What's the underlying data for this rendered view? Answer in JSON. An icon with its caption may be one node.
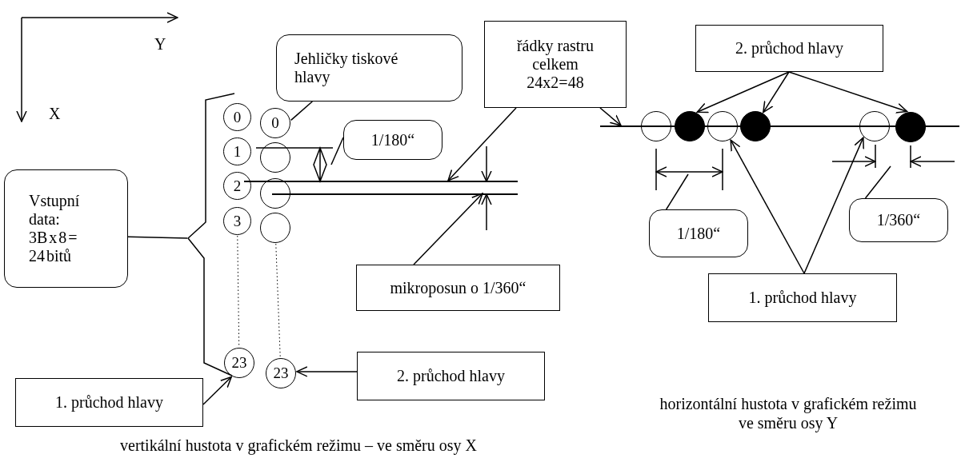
{
  "diagram": {
    "nodes": [
      {
        "text": [
          "Jehličky tiskové hlavy"
        ]
      },
      {
        "text": [
          "řádky rastru celkem 24x2=48"
        ]
      },
      {
        "text": [
          "2. průchod hlavy"
        ]
      },
      {
        "text": [
          "0"
        ]
      },
      {
        "text": [
          "0"
        ]
      },
      {
        "text": [
          "1/180“"
        ]
      },
      {
        "text": [
          "1"
        ]
      },
      {
        "text": [],
        "shape": "circle"
      },
      {
        "text": [
          "2"
        ]
      },
      {
        "text": [],
        "shape": "circle"
      },
      {
        "text": [
          "Vstupní data: 3B x 8 = 24 bitů"
        ]
      },
      {
        "text": [
          "3"
        ]
      },
      {
        "text": [],
        "shape": "circle"
      },
      {
        "text": [
          "mikroposun o 1/360“"
        ]
      },
      {
        "text": [
          "23"
        ]
      },
      {
        "text": [
          "23"
        ]
      },
      {
        "text": [
          "2. průchod hlavy"
        ]
      },
      {
        "text": [
          "1. průchod hlavy"
        ]
      },
      {
        "text": [],
        "shape": "circle"
      },
      {
        "text": [],
        "shape": "circle"
      },
      {
        "text": [],
        "shape": "circle"
      },
      {
        "text": [],
        "shape": "circle"
      },
      {
        "text": [],
        "shape": "circle"
      },
      {
        "text": [],
        "shape": "circle"
      },
      {
        "text": [
          "1/180“"
        ]
      },
      {
        "text": [
          "1/360“"
        ]
      },
      {
        "text": [
          "1. průchod hlavy"
        ]
      },
      {
        "text": [],
        "shape": "bar"
      },
      {
        "text": [],
        "shape": "bar"
      },
      {
        "text": [],
        "shape": "bar"
      },
      {
        "text": [],
        "shape": "brace"
      }
    ],
    "edges": [
      {
        "from": 0,
        "to": 4,
        "arrow": "none"
      },
      {
        "from": 5,
        "to": null,
        "arrow": "none"
      },
      {
        "from": 1,
        "to": 27,
        "arrow": "to"
      },
      {
        "from": 1,
        "to": 29,
        "arrow": "to"
      },
      {
        "from": 13,
        "to": 28,
        "arrow": "to"
      },
      {
        "from": 10,
        "to": 30,
        "arrow": "none"
      },
      {
        "from": 17,
        "to": 14,
        "arrow": "to"
      },
      {
        "from": 16,
        "to": 15,
        "arrow": "to"
      },
      {
        "from": 2,
        "to": 19,
        "arrow": "to"
      },
      {
        "from": 2,
        "to": 21,
        "arrow": "to"
      },
      {
        "from": 2,
        "to": 23,
        "arrow": "to"
      },
      {
        "from": 26,
        "to": 20,
        "arrow": "to"
      },
      {
        "from": 26,
        "to": 22,
        "arrow": "to"
      },
      {
        "from": 24,
        "to": null,
        "arrow": "none"
      },
      {
        "from": 25,
        "to": null,
        "arrow": "none"
      },
      {
        "from": 11,
        "to": 14,
        "arrow": "none",
        "style": "dashed"
      },
      {
        "from": 12,
        "to": 15,
        "arrow": "none",
        "style": "dashed"
      }
    ],
    "labels": [
      "Y",
      "X",
      "vertikální hustota v grafickém režimu – ve směru osy X",
      "horizontální hustota v grafickém režimu ve směru osy Y"
    ]
  }
}
